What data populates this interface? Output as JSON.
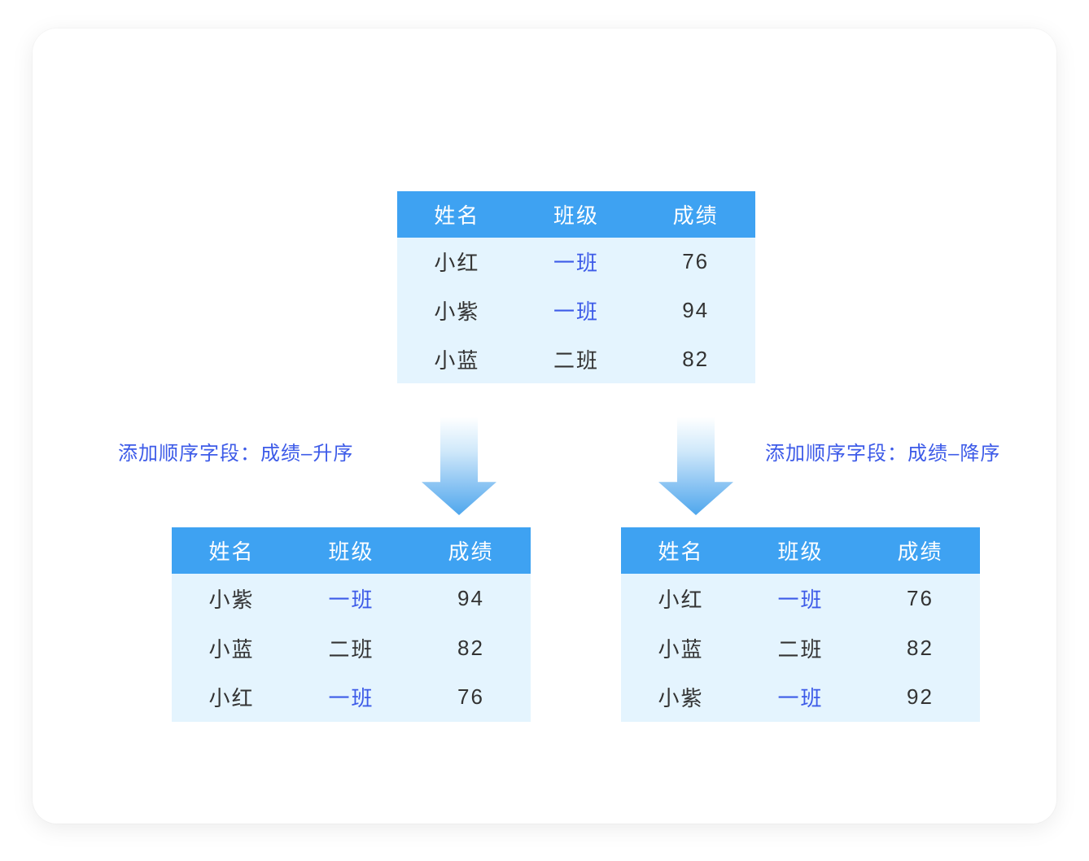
{
  "labels": {
    "ascending": "添加顺序字段：成绩–升序",
    "descending": "添加顺序字段：成绩–降序"
  },
  "tables": {
    "source": {
      "headers": [
        "姓名",
        "班级",
        "成绩"
      ],
      "rows": [
        {
          "name": "小红",
          "class": "一班",
          "score": "76"
        },
        {
          "name": "小紫",
          "class": "一班",
          "score": "94"
        },
        {
          "name": "小蓝",
          "class": "二班",
          "score": "82"
        }
      ]
    },
    "ascending": {
      "headers": [
        "姓名",
        "班级",
        "成绩"
      ],
      "rows": [
        {
          "name": "小紫",
          "class": "一班",
          "score": "94"
        },
        {
          "name": "小蓝",
          "class": "二班",
          "score": "82"
        },
        {
          "name": "小红",
          "class": "一班",
          "score": "76"
        }
      ]
    },
    "descending": {
      "headers": [
        "姓名",
        "班级",
        "成绩"
      ],
      "rows": [
        {
          "name": "小红",
          "class": "一班",
          "score": "76"
        },
        {
          "name": "小蓝",
          "class": "二班",
          "score": "82"
        },
        {
          "name": "小紫",
          "class": "一班",
          "score": "92"
        }
      ]
    }
  },
  "icons": {
    "down_arrow": "down-arrow"
  },
  "colors": {
    "table_header_bg": "#3EA2F2",
    "table_body_bg": "#E4F4FE",
    "header_text": "#FFFFFF",
    "body_text": "#333333",
    "accent_blue_text": "#3D5BE8",
    "arrow_gradient_top": "#FEFFFF",
    "arrow_gradient_bottom": "#4FA7ED",
    "card_bg": "#FFFFFF"
  }
}
